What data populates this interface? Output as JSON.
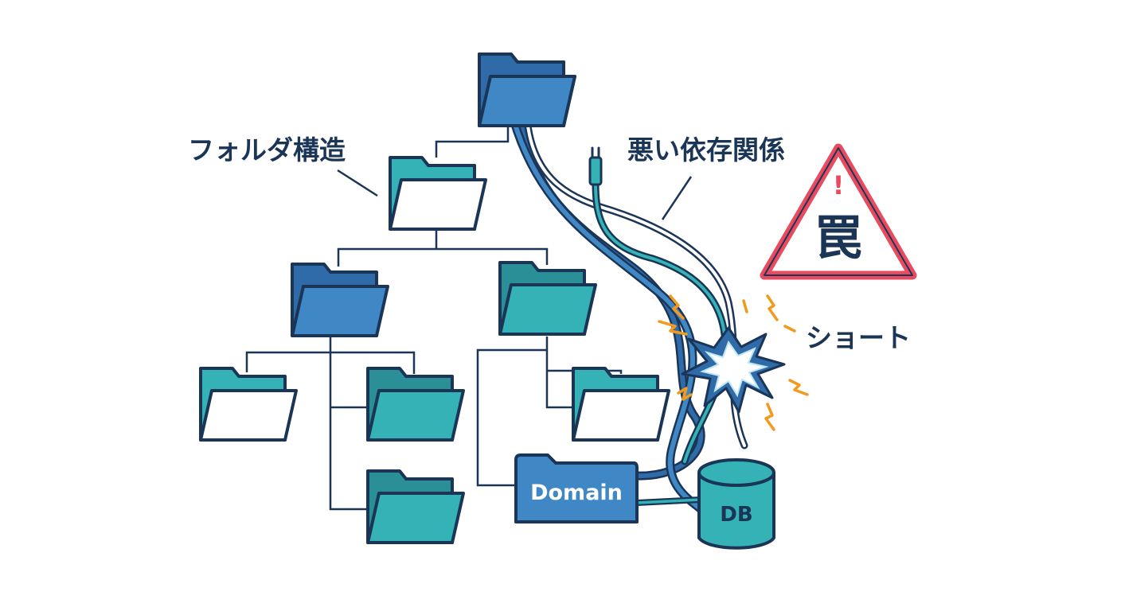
{
  "labels": {
    "folder_structure": "フォルダ構造",
    "bad_dependency": "悪い依存関係",
    "short": "ショート"
  },
  "nodes": {
    "domain": "Domain",
    "db": "DB"
  },
  "warning": {
    "exclamation": "!",
    "kanji": "罠"
  },
  "icons": {
    "folder": "folder-icon",
    "database": "database-icon",
    "warning": "warning-triangle-icon",
    "plug": "plug-icon",
    "spark": "spark-burst-icon"
  },
  "colors": {
    "outline": "#1b3556",
    "folder_blue": "#3f88c5",
    "folder_blue_back": "#2f6ba8",
    "folder_teal": "#35b2b5",
    "folder_teal_back": "#2a8f96",
    "cable_blue": "#2f6ba8",
    "cable_teal": "#35b2b5",
    "warning_red": "#e84a5f",
    "spark_orange": "#f29a1f"
  }
}
